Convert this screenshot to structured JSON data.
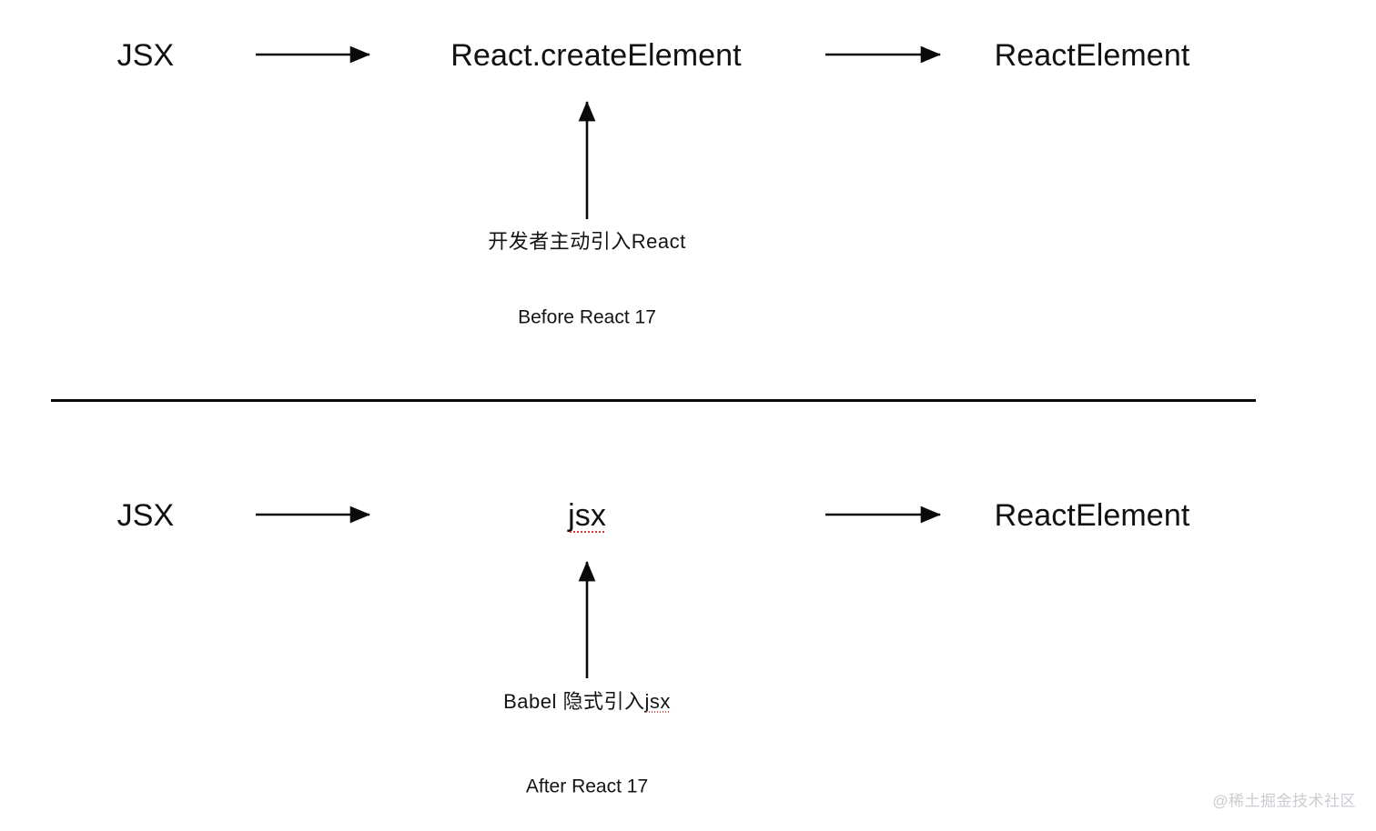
{
  "diagram": {
    "title": "JSX transform pipeline before and after React 17",
    "background_color": "#ffffff",
    "text_color": "#111111",
    "line_color": "#0a0a0a",
    "spellcheck_underline_color": "#d43b3b",
    "watermark_color": "#c9cdd2"
  },
  "sections": [
    {
      "id": "before",
      "caption": "Before React 17",
      "stages": [
        {
          "id": "before-jsx",
          "label": "JSX"
        },
        {
          "id": "before-createelement",
          "label": "React.createElement"
        },
        {
          "id": "before-reactelement",
          "label": "ReactElement"
        }
      ],
      "flow_arrows": [
        {
          "id": "before-arrow-1",
          "direction": "right",
          "from": "JSX",
          "to": "React.createElement"
        },
        {
          "id": "before-arrow-2",
          "direction": "right",
          "from": "React.createElement",
          "to": "ReactElement"
        }
      ],
      "input_arrow": {
        "id": "before-arrow-up",
        "direction": "up",
        "annotation": "开发者主动引入React"
      }
    },
    {
      "id": "after",
      "caption": "After React 17",
      "stages": [
        {
          "id": "after-jsx",
          "label": "JSX"
        },
        {
          "id": "after-jsx-runtime",
          "label": "jsx",
          "spellcheck_underline": true
        },
        {
          "id": "after-reactelement",
          "label": "ReactElement"
        }
      ],
      "flow_arrows": [
        {
          "id": "after-arrow-1",
          "direction": "right",
          "from": "JSX",
          "to": "jsx"
        },
        {
          "id": "after-arrow-2",
          "direction": "right",
          "from": "jsx",
          "to": "ReactElement"
        }
      ],
      "input_arrow": {
        "id": "after-arrow-up",
        "direction": "up",
        "annotation_prefix": "Babel 隐式引入",
        "annotation_suffix": "jsx",
        "annotation": "Babel 隐式引入jsx"
      }
    }
  ],
  "divider": {
    "id": "section-divider"
  },
  "watermark": {
    "text": "@稀土掘金技术社区"
  }
}
